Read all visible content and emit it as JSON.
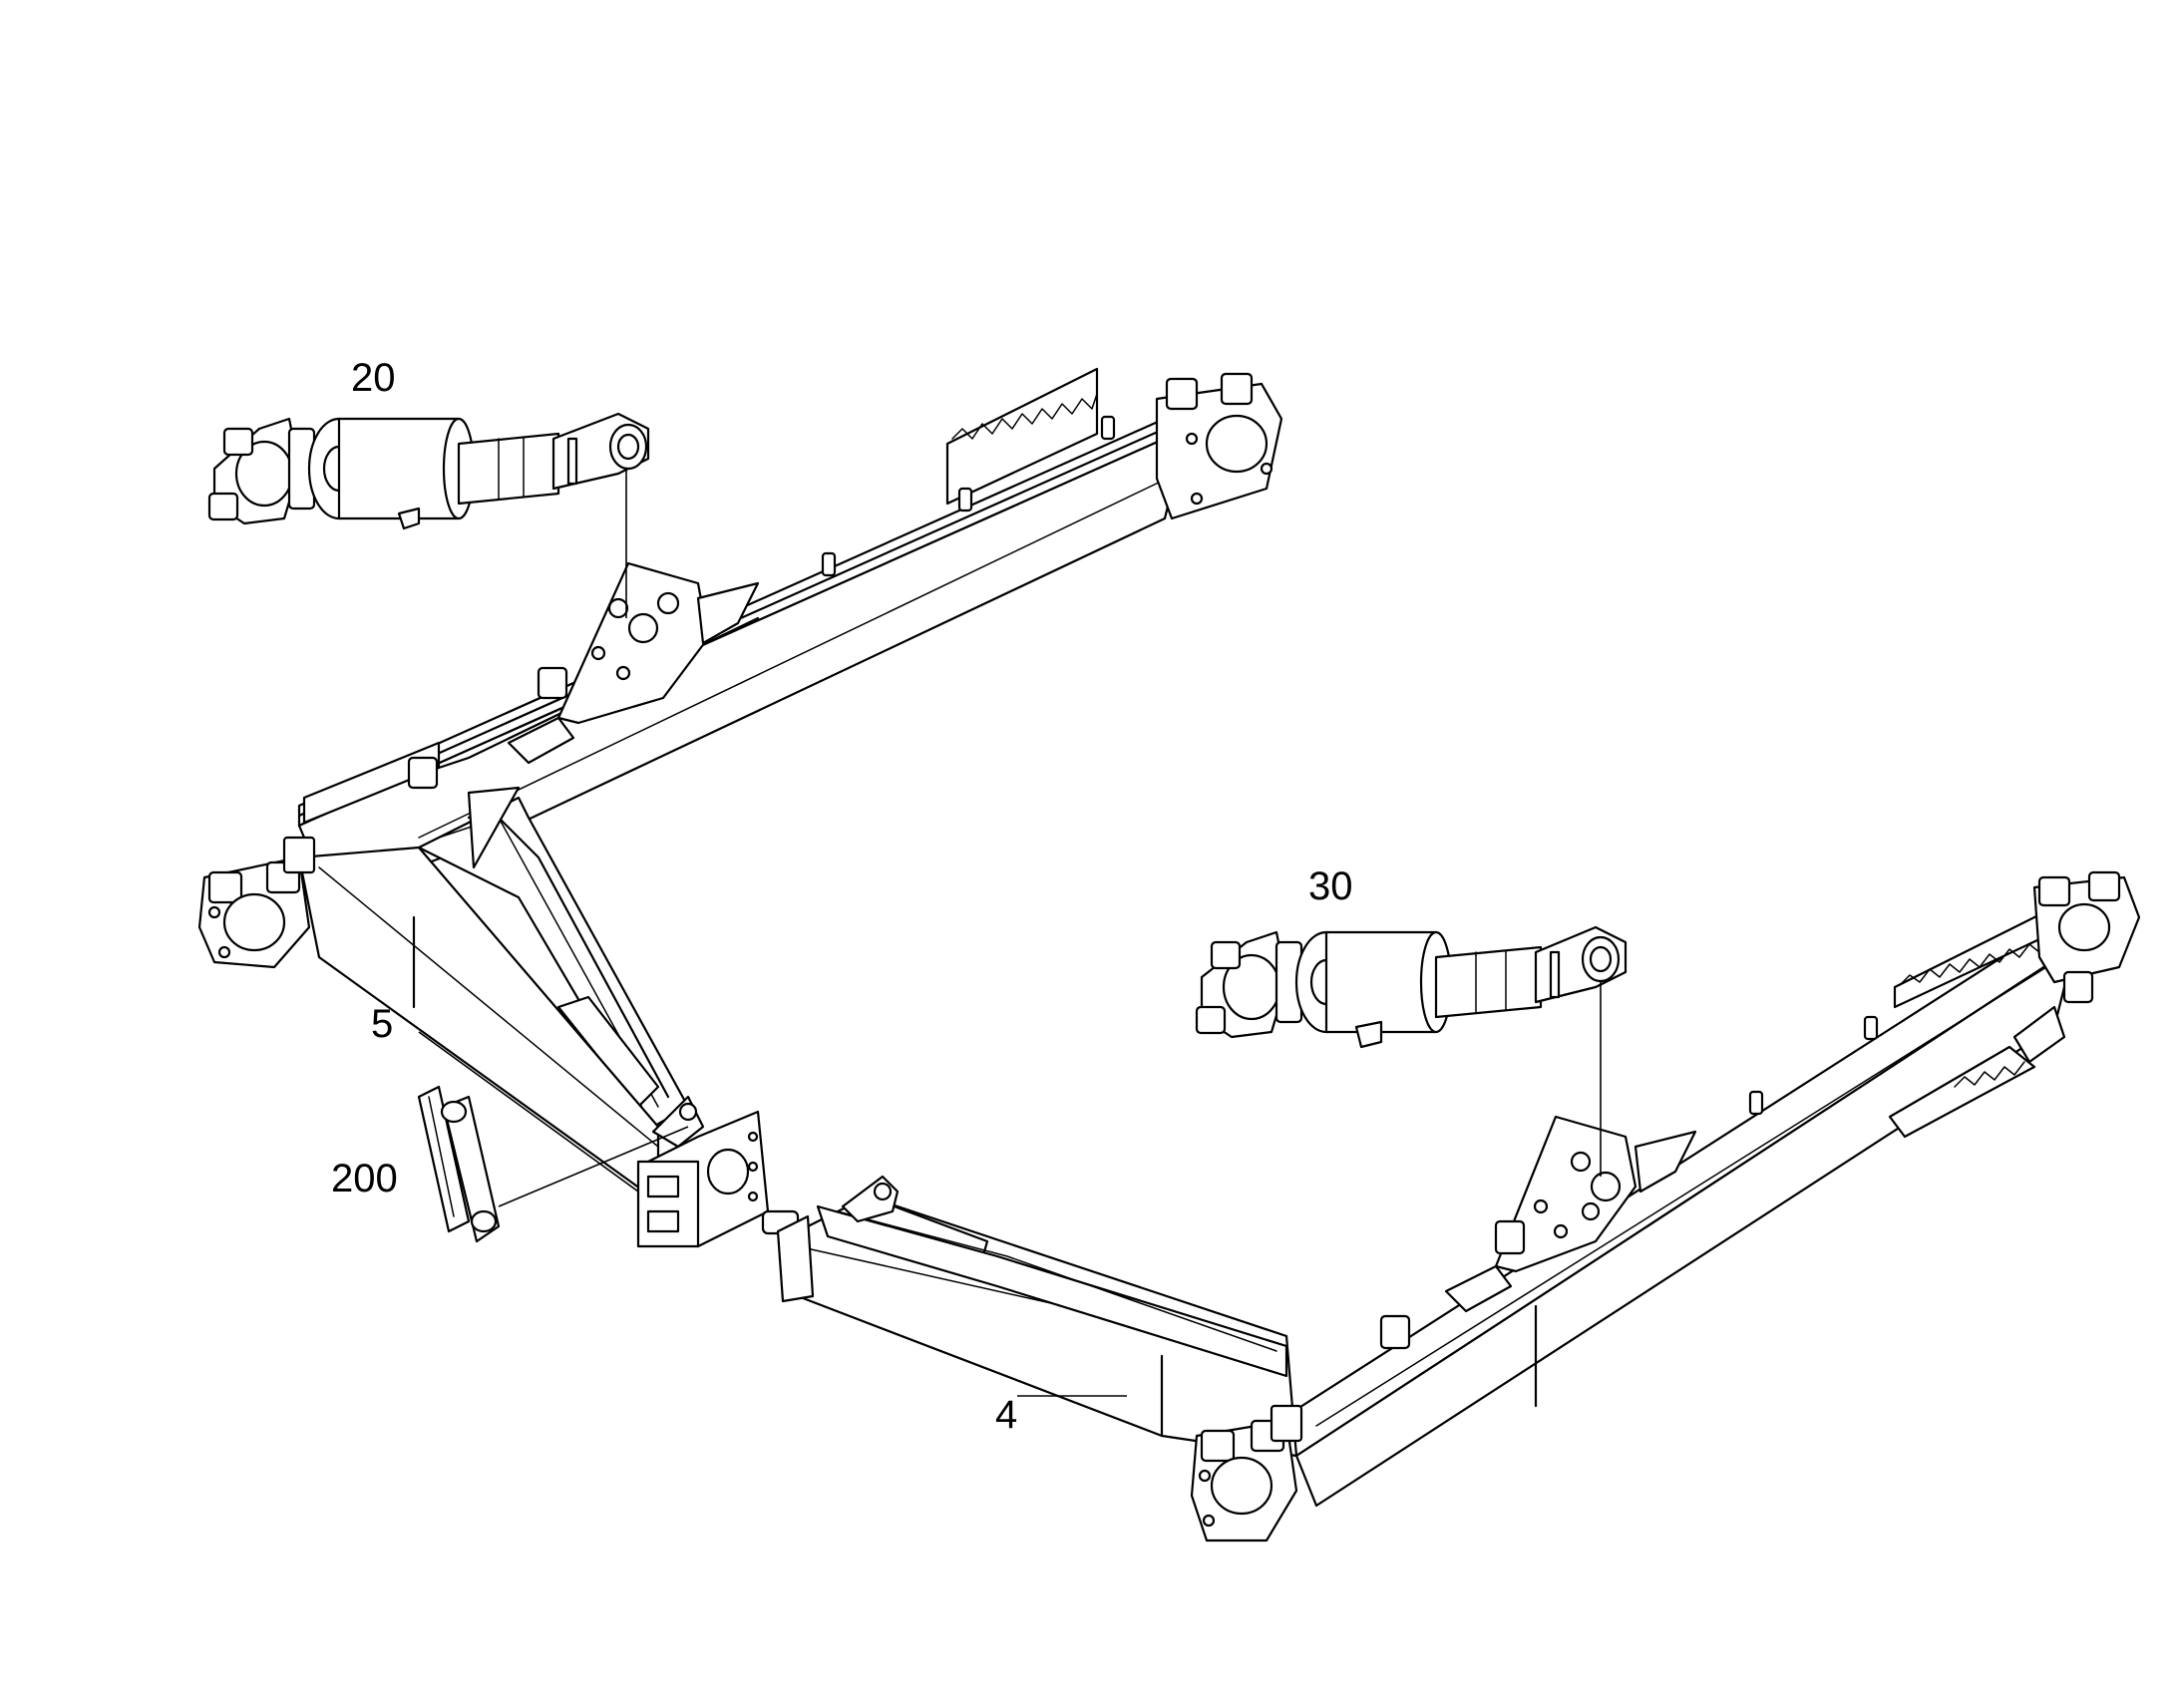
{
  "callouts": {
    "part_20": "20",
    "part_30": "30",
    "part_5": "5",
    "part_200": "200",
    "part_4": "4"
  },
  "colors": {
    "stroke": "#000000",
    "background": "#ffffff"
  }
}
